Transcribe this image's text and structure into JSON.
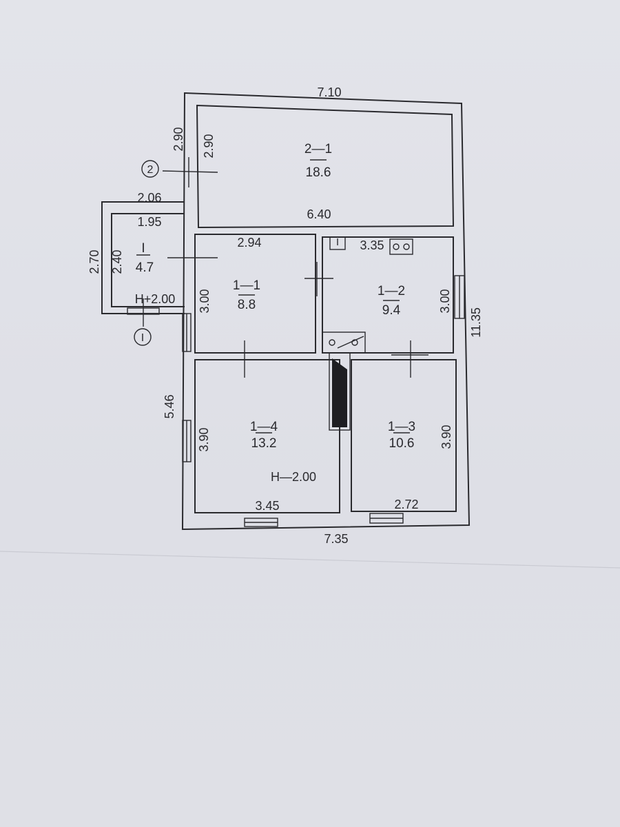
{
  "dimensions": {
    "top_width": "7.10",
    "bottom_width": "7.35",
    "right_height": "11.35",
    "left_lower_height": "5.46",
    "left_upper_height_outer": "2.90",
    "left_upper_height_inner": "2.90",
    "room_2_1_width": "6.40",
    "porch_outer_width": "2.06",
    "porch_inner_width": "1.95",
    "porch_outer_height": "2.70",
    "porch_inner_height": "2.40",
    "room_1_1_width": "2.94",
    "room_1_1_height": "3.00",
    "room_1_2_width": "3.35",
    "room_1_2_height": "3.00",
    "room_1_4_width": "3.45",
    "room_1_4_height": "3.90",
    "room_1_3_width": "2.72",
    "room_1_3_height": "3.90"
  },
  "rooms": [
    {
      "id": "2—1",
      "area": "18.6"
    },
    {
      "id": "I",
      "area": "4.7"
    },
    {
      "id": "1—1",
      "area": "8.8"
    },
    {
      "id": "1—2",
      "area": "9.4"
    },
    {
      "id": "1—4",
      "area": "13.2"
    },
    {
      "id": "1—3",
      "area": "10.6"
    }
  ],
  "heights": {
    "porch": "H+2.00",
    "main": "H—2.00"
  },
  "markers": {
    "entry_1": "I",
    "entry_2": "2"
  },
  "colors": {
    "paper": "#e3e4ea",
    "ink": "#2a2a2e"
  }
}
